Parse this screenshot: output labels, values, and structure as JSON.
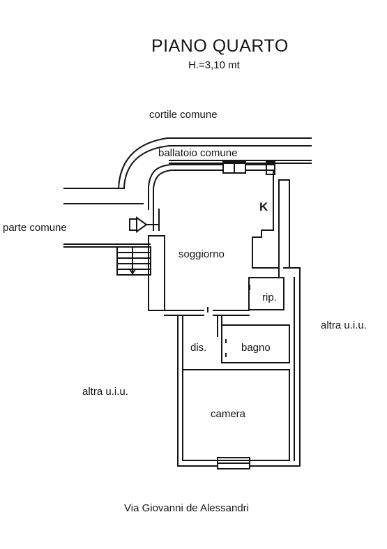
{
  "plan": {
    "title": "PIANO QUARTO",
    "height_note": "H.=3,10 mt",
    "labels": {
      "cortile": "cortile comune",
      "ballatoio": "ballatoio comune",
      "parte_comune": "parte comune",
      "altra_uiu_right": "altra u.i.u.",
      "altra_uiu_left": "altra u.i.u.",
      "street": "Via Giovanni de Alessandri"
    },
    "rooms": {
      "kitchen": "K",
      "soggiorno": "soggiorno",
      "ripostiglio": "rip.",
      "disimpegno": "dis.",
      "bagno": "bagno",
      "camera": "camera"
    }
  },
  "colors": {
    "ink": "#151515",
    "paper": "#ffffff"
  }
}
